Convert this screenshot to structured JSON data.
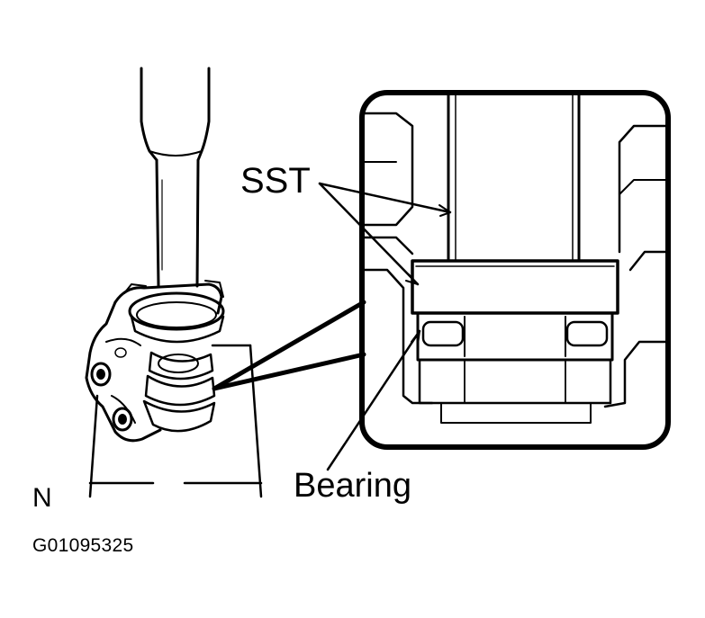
{
  "labels": {
    "sst": "SST",
    "bearing": "Bearing",
    "view": "N",
    "figure_code": "G01095325"
  }
}
